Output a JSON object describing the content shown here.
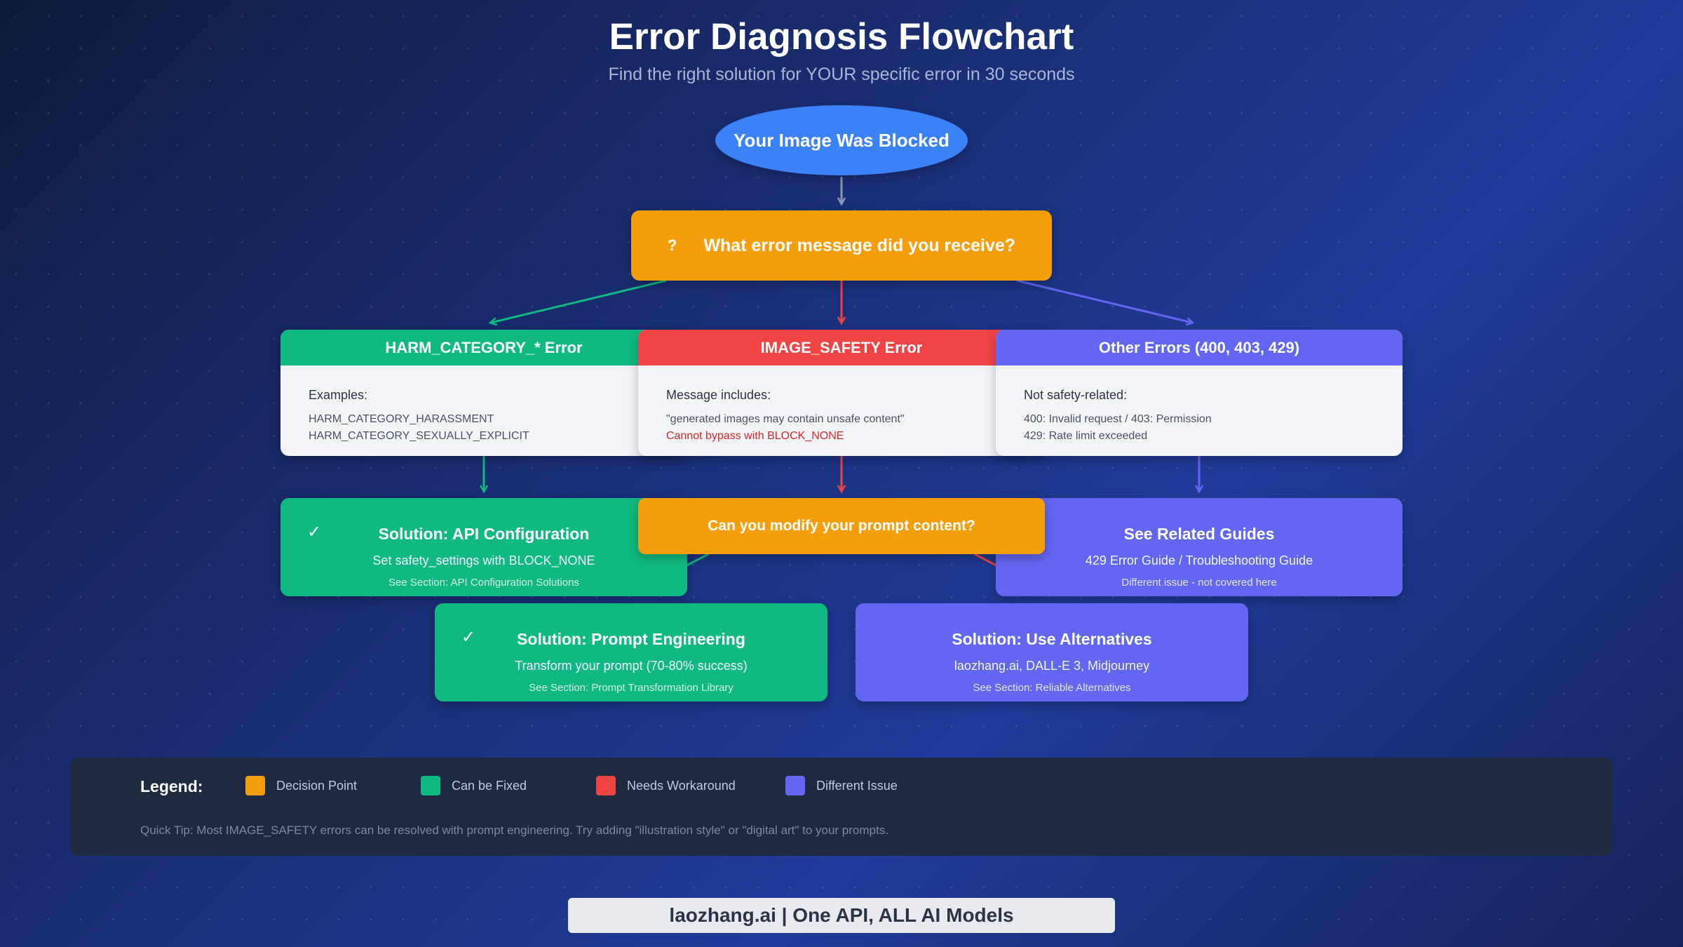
{
  "title": "Error Diagnosis Flowchart",
  "subtitle": "Find the right solution for YOUR specific error in 30 seconds",
  "start_node": "Your Image Was Blocked",
  "decision_main": {
    "icon": "?",
    "label": "What error message did you receive?"
  },
  "branches": {
    "harm": {
      "header": "HARM_CATEGORY_* Error",
      "lead": "Examples:",
      "lines": [
        "HARM_CATEGORY_HARASSMENT",
        "HARM_CATEGORY_SEXUALLY_EXPLICIT"
      ]
    },
    "safety": {
      "header": "IMAGE_SAFETY Error",
      "lead": "Message includes:",
      "lines": [
        "\"generated images may contain unsafe content\"",
        "Cannot bypass with BLOCK_NONE"
      ]
    },
    "other": {
      "header": "Other Errors (400, 403, 429)",
      "lead": "Not safety-related:",
      "lines": [
        "400: Invalid request / 403: Permission",
        "429: Rate limit exceeded"
      ]
    }
  },
  "decision_modify": "Can you modify your prompt content?",
  "solutions": {
    "api": {
      "icon": "✓",
      "title": "Solution: API Configuration",
      "desc": "Set safety_settings with BLOCK_NONE",
      "see": "See Section: API Configuration Solutions"
    },
    "guides": {
      "title": "See Related Guides",
      "desc": "429 Error Guide / Troubleshooting Guide",
      "see": "Different issue - not covered here"
    },
    "prompt": {
      "icon": "✓",
      "title": "Solution: Prompt Engineering",
      "desc": "Transform your prompt (70-80% success)",
      "see": "See Section: Prompt Transformation Library"
    },
    "alternatives": {
      "title": "Solution: Use Alternatives",
      "desc": "laozhang.ai, DALL-E 3, Midjourney",
      "see": "See Section: Reliable Alternatives"
    }
  },
  "legend": {
    "title": "Legend:",
    "items": [
      {
        "label": "Decision Point",
        "color": "#f59e0b"
      },
      {
        "label": "Can be Fixed",
        "color": "#10b981"
      },
      {
        "label": "Needs Workaround",
        "color": "#ef4444"
      },
      {
        "label": "Different Issue",
        "color": "#6366f1"
      }
    ],
    "tip": "Quick Tip: Most IMAGE_SAFETY errors can be resolved with prompt engineering. Try adding \"illustration style\" or \"digital art\" to your prompts."
  },
  "footer": "laozhang.ai | One API, ALL AI Models",
  "colors": {
    "start": "#3b82f6",
    "decision": "#f59e0b",
    "fixable": "#10b981",
    "workaround": "#ef4444",
    "different": "#6366f1",
    "connector": "#8a9ab8"
  }
}
